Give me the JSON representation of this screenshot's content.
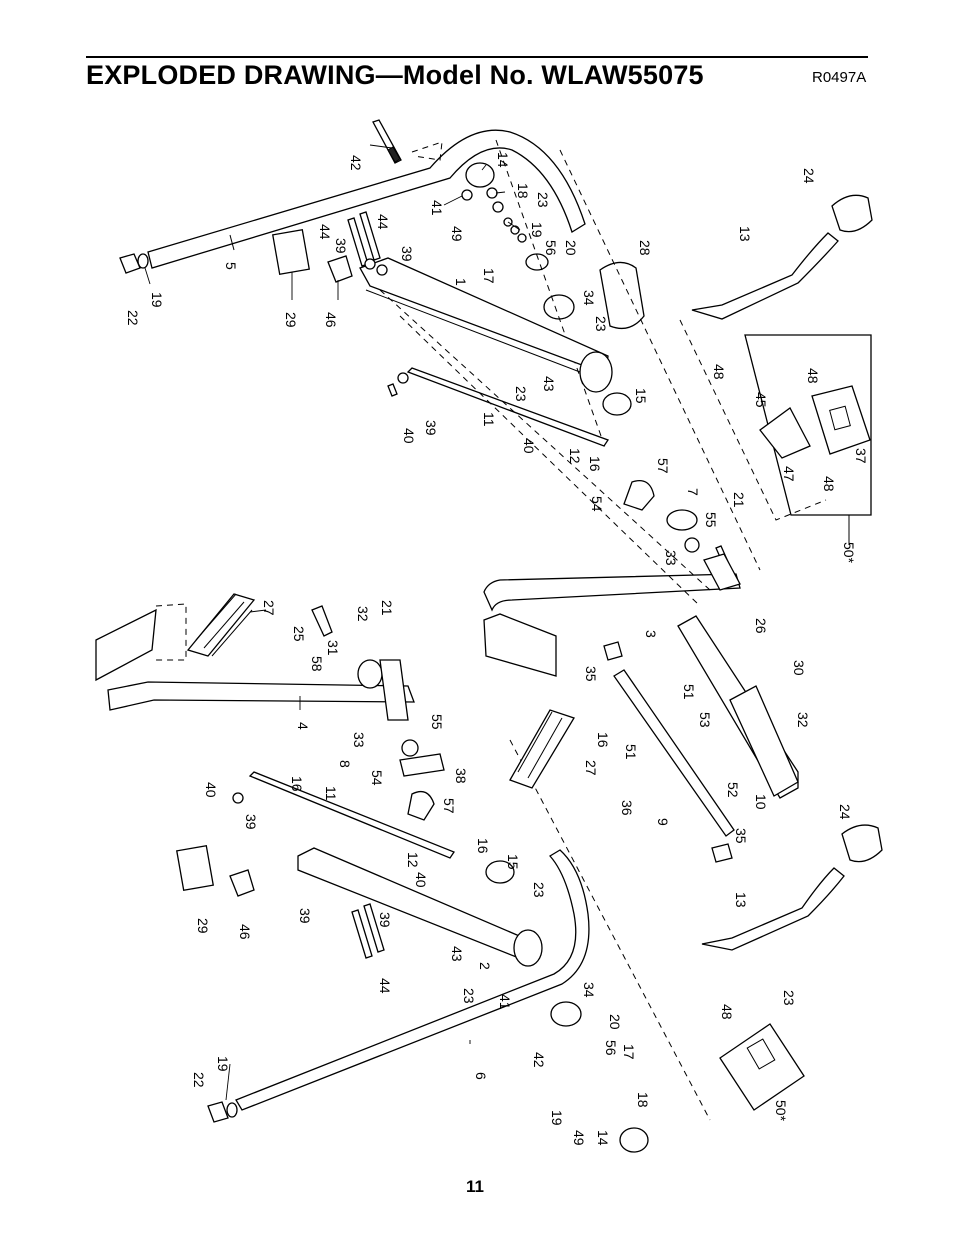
{
  "page": {
    "title": "EXPLODED DRAWING—Model No. WLAW55075",
    "drawing_code": "R0497A",
    "page_number": "11"
  },
  "callouts": [
    {
      "id": "c42a",
      "label": "42"
    },
    {
      "id": "c14a",
      "label": "14"
    },
    {
      "id": "c18a",
      "label": "18"
    },
    {
      "id": "c23a",
      "label": "23"
    },
    {
      "id": "c41a",
      "label": "41"
    },
    {
      "id": "c49a",
      "label": "49"
    },
    {
      "id": "c19a",
      "label": "19"
    },
    {
      "id": "c56a",
      "label": "56"
    },
    {
      "id": "c20a",
      "label": "20"
    },
    {
      "id": "c17a",
      "label": "17"
    },
    {
      "id": "c28",
      "label": "28"
    },
    {
      "id": "c24a",
      "label": "24"
    },
    {
      "id": "c13a",
      "label": "13"
    },
    {
      "id": "c44a",
      "label": "44"
    },
    {
      "id": "c44b",
      "label": "44"
    },
    {
      "id": "c39a",
      "label": "39"
    },
    {
      "id": "c39b",
      "label": "39"
    },
    {
      "id": "c5",
      "label": "5"
    },
    {
      "id": "c22a",
      "label": "22"
    },
    {
      "id": "c19b",
      "label": "19"
    },
    {
      "id": "c29a",
      "label": "29"
    },
    {
      "id": "c46a",
      "label": "46"
    },
    {
      "id": "c1",
      "label": "1"
    },
    {
      "id": "c34a",
      "label": "34"
    },
    {
      "id": "c23b",
      "label": "23"
    },
    {
      "id": "c48a",
      "label": "48"
    },
    {
      "id": "c48b",
      "label": "48"
    },
    {
      "id": "c45",
      "label": "45"
    },
    {
      "id": "c43a",
      "label": "43"
    },
    {
      "id": "c23c",
      "label": "23"
    },
    {
      "id": "c15a",
      "label": "15"
    },
    {
      "id": "c11a",
      "label": "11"
    },
    {
      "id": "c40a",
      "label": "40"
    },
    {
      "id": "c12a",
      "label": "12"
    },
    {
      "id": "c39c",
      "label": "39"
    },
    {
      "id": "c40b",
      "label": "40"
    },
    {
      "id": "c37",
      "label": "37"
    },
    {
      "id": "c47",
      "label": "47"
    },
    {
      "id": "c48c",
      "label": "48"
    },
    {
      "id": "c16a",
      "label": "16"
    },
    {
      "id": "c57a",
      "label": "57"
    },
    {
      "id": "c54a",
      "label": "54"
    },
    {
      "id": "c7",
      "label": "7"
    },
    {
      "id": "c21a",
      "label": "21"
    },
    {
      "id": "c55a",
      "label": "55"
    },
    {
      "id": "c33a",
      "label": "33"
    },
    {
      "id": "c50a",
      "label": "50*"
    },
    {
      "id": "c27a",
      "label": "27"
    },
    {
      "id": "c21b",
      "label": "21"
    },
    {
      "id": "c32a",
      "label": "32"
    },
    {
      "id": "c25",
      "label": "25"
    },
    {
      "id": "c58",
      "label": "58"
    },
    {
      "id": "c31",
      "label": "31"
    },
    {
      "id": "c3",
      "label": "3"
    },
    {
      "id": "c26",
      "label": "26"
    },
    {
      "id": "c30",
      "label": "30"
    },
    {
      "id": "c35a",
      "label": "35"
    },
    {
      "id": "c4",
      "label": "4"
    },
    {
      "id": "c55b",
      "label": "55"
    },
    {
      "id": "c33b",
      "label": "33"
    },
    {
      "id": "c16b",
      "label": "16"
    },
    {
      "id": "c51a",
      "label": "51"
    },
    {
      "id": "c53",
      "label": "53"
    },
    {
      "id": "c32b",
      "label": "32"
    },
    {
      "id": "c8",
      "label": "8"
    },
    {
      "id": "c38",
      "label": "38"
    },
    {
      "id": "c54b",
      "label": "54"
    },
    {
      "id": "c27b",
      "label": "27"
    },
    {
      "id": "c51b",
      "label": "51"
    },
    {
      "id": "c52",
      "label": "52"
    },
    {
      "id": "c40c",
      "label": "40"
    },
    {
      "id": "c16c",
      "label": "16"
    },
    {
      "id": "c11b",
      "label": "11"
    },
    {
      "id": "c39d",
      "label": "39"
    },
    {
      "id": "c36",
      "label": "36"
    },
    {
      "id": "c9",
      "label": "9"
    },
    {
      "id": "c10",
      "label": "10"
    },
    {
      "id": "c57b",
      "label": "57"
    },
    {
      "id": "c24b",
      "label": "24"
    },
    {
      "id": "c35b",
      "label": "35"
    },
    {
      "id": "c16d",
      "label": "16"
    },
    {
      "id": "c15b",
      "label": "15"
    },
    {
      "id": "c12b",
      "label": "12"
    },
    {
      "id": "c40d",
      "label": "40"
    },
    {
      "id": "c29b",
      "label": "29"
    },
    {
      "id": "c46b",
      "label": "46"
    },
    {
      "id": "c39e",
      "label": "39"
    },
    {
      "id": "c39f",
      "label": "39"
    },
    {
      "id": "c23d",
      "label": "23"
    },
    {
      "id": "c13b",
      "label": "13"
    },
    {
      "id": "c43b",
      "label": "43"
    },
    {
      "id": "c2",
      "label": "2"
    },
    {
      "id": "c44c",
      "label": "44"
    },
    {
      "id": "c23e",
      "label": "23"
    },
    {
      "id": "c41b",
      "label": "41"
    },
    {
      "id": "c34b",
      "label": "34"
    },
    {
      "id": "c48d",
      "label": "48"
    },
    {
      "id": "c23f",
      "label": "23"
    },
    {
      "id": "c20b",
      "label": "20"
    },
    {
      "id": "c56b",
      "label": "56"
    },
    {
      "id": "c17b",
      "label": "17"
    },
    {
      "id": "c42b",
      "label": "42"
    },
    {
      "id": "c6",
      "label": "6"
    },
    {
      "id": "c19c",
      "label": "19"
    },
    {
      "id": "c22b",
      "label": "22"
    },
    {
      "id": "c19d",
      "label": "19"
    },
    {
      "id": "c18b",
      "label": "18"
    },
    {
      "id": "c49b",
      "label": "49"
    },
    {
      "id": "c14b",
      "label": "14"
    },
    {
      "id": "c50b",
      "label": "50*"
    }
  ]
}
